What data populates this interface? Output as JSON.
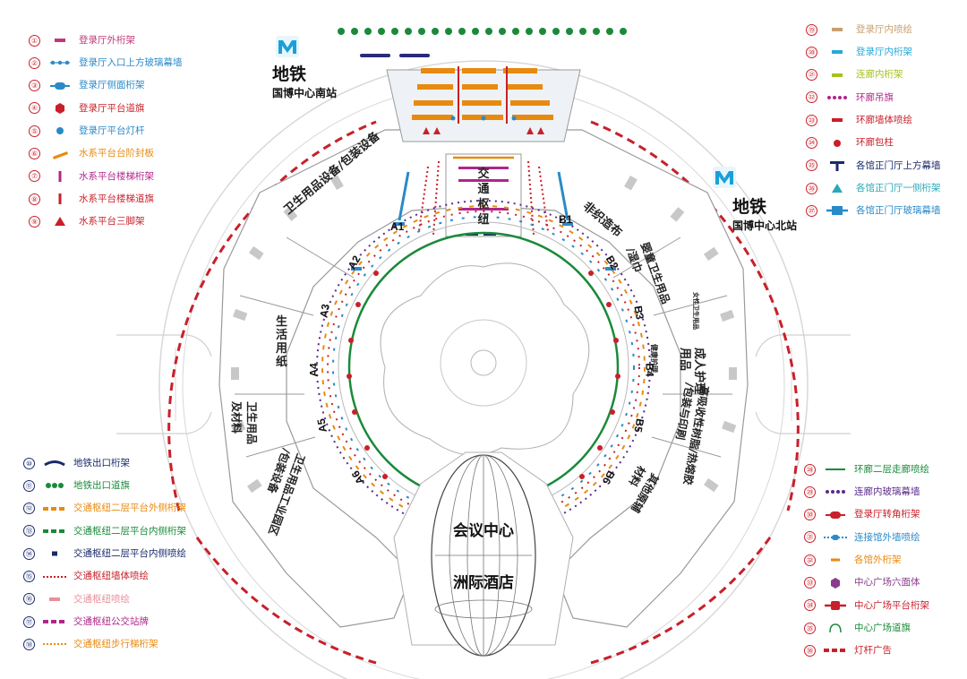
{
  "legend_left_top": [
    {
      "num": "①",
      "label": "登录厅外桁架",
      "color": "#c0387a",
      "sym": "bar-magenta"
    },
    {
      "num": "②",
      "label": "登录厅入口上方玻璃幕墙",
      "color": "#2a8ac8",
      "sym": "dots-blue"
    },
    {
      "num": "③",
      "label": "登录厅侧面桁架",
      "color": "#2a8ac8",
      "sym": "capsule-blue"
    },
    {
      "num": "④",
      "label": "登录厅平台道旗",
      "color": "#c8202a",
      "sym": "hex-red"
    },
    {
      "num": "⑤",
      "label": "登录厅平台灯杆",
      "color": "#2a8ac8",
      "sym": "dot-blue"
    },
    {
      "num": "⑥",
      "label": "水系平台台阶封板",
      "color": "#e88a10",
      "sym": "slant-orange"
    },
    {
      "num": "⑦",
      "label": "水系平台楼梯桁架",
      "color": "#b0258a",
      "sym": "vbar-purple"
    },
    {
      "num": "⑧",
      "label": "水系平台楼梯道旗",
      "color": "#c8202a",
      "sym": "vbar-red"
    },
    {
      "num": "⑨",
      "label": "水系平台三脚架",
      "color": "#c8202a",
      "sym": "tri-red"
    }
  ],
  "legend_left_bottom": [
    {
      "num": "⑩",
      "label": "地铁出口桁架",
      "color": "#1a2a6a",
      "sym": "wave-navy"
    },
    {
      "num": "⑪",
      "label": "地铁出口道旗",
      "color": "#1a8a3a",
      "sym": "dots-green"
    },
    {
      "num": "⑫",
      "label": "交通枢纽二层平台外侧桁架",
      "color": "#e88a10",
      "sym": "dash-orange"
    },
    {
      "num": "⑬",
      "label": "交通枢纽二层平台内侧桁架",
      "color": "#1a8a3a",
      "sym": "dash-green"
    },
    {
      "num": "⑭",
      "label": "交通枢纽二层平台内侧喷绘",
      "color": "#1a2a6a",
      "sym": "short-navy"
    },
    {
      "num": "⑮",
      "label": "交通枢纽墙体喷绘",
      "color": "#c8202a",
      "sym": "dotline-red"
    },
    {
      "num": "⑯",
      "label": "交通枢纽喷绘",
      "color": "#e8909a",
      "sym": "bar-pink"
    },
    {
      "num": "⑰",
      "label": "交通枢纽公交站牌",
      "color": "#b0258a",
      "sym": "dash-purple"
    },
    {
      "num": "⑱",
      "label": "交通枢纽步行梯桁架",
      "color": "#e88a10",
      "sym": "dotline-orange"
    }
  ],
  "legend_right_top": [
    {
      "num": "⑲",
      "label": "登录厅内喷绘",
      "color": "#c8a070",
      "sym": "bar-tan"
    },
    {
      "num": "⑳",
      "label": "登录厅内桁架",
      "color": "#2aa8d8",
      "sym": "bar-cyan"
    },
    {
      "num": "㉑",
      "label": "连廊内桁架",
      "color": "#a8c020",
      "sym": "bar-lime"
    },
    {
      "num": "㉒",
      "label": "环廊吊旗",
      "color": "#b0258a",
      "sym": "dots-purple"
    },
    {
      "num": "㉓",
      "label": "环廊墙体喷绘",
      "color": "#c8202a",
      "sym": "bar-red"
    },
    {
      "num": "㉔",
      "label": "环廊包柱",
      "color": "#c8202a",
      "sym": "dot-red"
    },
    {
      "num": "㉕",
      "label": "各馆正门厅上方幕墙",
      "color": "#1a2a6a",
      "sym": "tee-navy"
    },
    {
      "num": "㉖",
      "label": "各馆正门厅一侧桁架",
      "color": "#2aa8b8",
      "sym": "tri-teal"
    },
    {
      "num": "㉗",
      "label": "各馆正门厅玻璃幕墙",
      "color": "#2a8ac8",
      "sym": "block-blue"
    }
  ],
  "legend_right_bottom": [
    {
      "num": "㉘",
      "label": "环廊二层走廊喷绘",
      "color": "#1a8a3a",
      "sym": "line-green"
    },
    {
      "num": "㉙",
      "label": "连廊内玻璃幕墙",
      "color": "#5a2a8a",
      "sym": "dots-violet"
    },
    {
      "num": "㉚",
      "label": "登录厅转角桁架",
      "color": "#c8202a",
      "sym": "capsule-red"
    },
    {
      "num": "㉛",
      "label": "连接馆外墙喷绘",
      "color": "#2a8ac8",
      "sym": "dotcap-blue"
    },
    {
      "num": "㉜",
      "label": "各馆外桁架",
      "color": "#e88a10",
      "sym": "short-orange"
    },
    {
      "num": "㉝",
      "label": "中心广场六面体",
      "color": "#8a3a8a",
      "sym": "hex-purple"
    },
    {
      "num": "㉞",
      "label": "中心广场平台桁架",
      "color": "#c8202a",
      "sym": "plus-red"
    },
    {
      "num": "㉟",
      "label": "中心广场道旗",
      "color": "#1a8a3a",
      "sym": "arc-green"
    },
    {
      "num": "㊱",
      "label": "灯杆广告",
      "color": "#c8202a",
      "sym": "dash-red"
    }
  ],
  "metro": {
    "south_title": "地铁",
    "south_name": "国博中心南站",
    "north_title": "地铁",
    "north_name": "国博中心北站"
  },
  "halls": {
    "a1": "A1",
    "a2": "A2",
    "a3": "A3",
    "a4": "A4",
    "a5": "A5",
    "a6": "A6",
    "b1": "B1",
    "b2": "B2",
    "b3": "B3",
    "b4": "B4",
    "b5": "B5",
    "b6": "B6"
  },
  "zones": {
    "z_a12": "卫生用品设备/包装设备",
    "z_a34": "生活用纸",
    "z_a5": "卫生用品",
    "z_a5b": "及材料",
    "z_a6": "卫生用品工业园区",
    "z_a6b": "/包装设备",
    "z_b1": "非织造布",
    "z_b2": "婴童卫生用品",
    "z_b2b": "/湿巾",
    "z_b3": "女性卫生用品",
    "z_b4s": "健康护理",
    "z_b4": "成人护理",
    "z_b4b": "用品",
    "z_b5": "高吸收性树脂/热熔胶",
    "z_b5b": "/包装与印刷",
    "z_b6": "其他原辅",
    "z_b6b": "材料",
    "hub": "交通枢纽",
    "conf": "会议中心",
    "hotel": "洲际酒店"
  }
}
